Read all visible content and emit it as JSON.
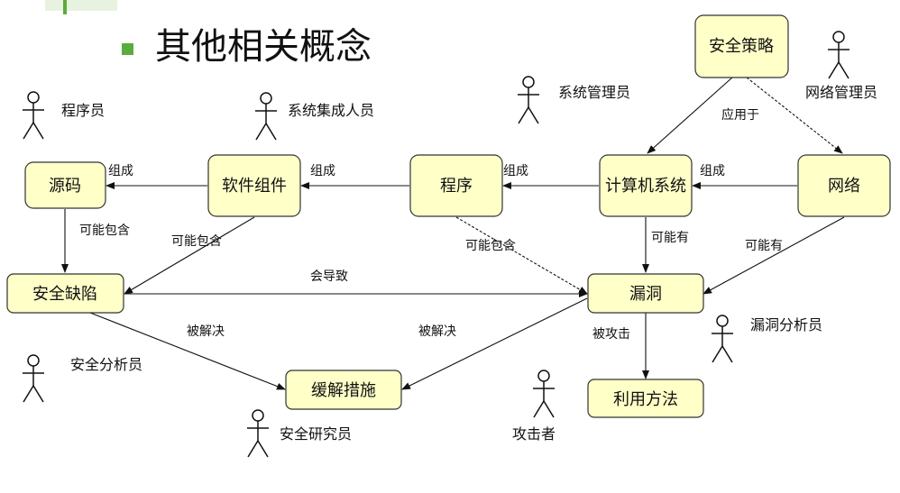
{
  "title": "其他相关概念",
  "colors": {
    "node_fill": "#ffffc8",
    "bullet": "#5aac3c",
    "accent_bar": "#5aac3c"
  },
  "nodes": [
    {
      "id": "security-policy",
      "label": "安全策略"
    },
    {
      "id": "source-code",
      "label": "源码"
    },
    {
      "id": "software-component",
      "label": "软件组件"
    },
    {
      "id": "program",
      "label": "程序"
    },
    {
      "id": "computer-system",
      "label": "计算机系统"
    },
    {
      "id": "network",
      "label": "网络"
    },
    {
      "id": "security-defect",
      "label": "安全缺陷"
    },
    {
      "id": "vulnerability",
      "label": "漏洞"
    },
    {
      "id": "mitigation",
      "label": "缓解措施"
    },
    {
      "id": "exploit",
      "label": "利用方法"
    }
  ],
  "edges": [
    {
      "id": "policy-computer",
      "label": "应用于"
    },
    {
      "id": "policy-network",
      "label": ""
    },
    {
      "id": "component-source",
      "label": "组成"
    },
    {
      "id": "program-component",
      "label": "组成"
    },
    {
      "id": "computer-program",
      "label": "组成"
    },
    {
      "id": "network-computer",
      "label": "组成"
    },
    {
      "id": "source-defect",
      "label": "可能包含"
    },
    {
      "id": "component-defect",
      "label": "可能包含"
    },
    {
      "id": "program-vuln",
      "label": "可能包含"
    },
    {
      "id": "computer-vuln",
      "label": "可能有"
    },
    {
      "id": "network-vuln",
      "label": "可能有"
    },
    {
      "id": "defect-vuln",
      "label": "会导致"
    },
    {
      "id": "defect-mitigation",
      "label": "被解决"
    },
    {
      "id": "vuln-mitigation",
      "label": "被解决"
    },
    {
      "id": "vuln-exploit",
      "label": "被攻击"
    }
  ],
  "actors": [
    {
      "id": "programmer",
      "label": "程序员"
    },
    {
      "id": "integrator",
      "label": "系统集成人员"
    },
    {
      "id": "sysadmin",
      "label": "系统管理员"
    },
    {
      "id": "netadmin",
      "label": "网络管理员"
    },
    {
      "id": "vuln-analyst",
      "label": "漏洞分析员"
    },
    {
      "id": "security-analyst",
      "label": "安全分析员"
    },
    {
      "id": "security-researcher",
      "label": "安全研究员"
    },
    {
      "id": "attacker",
      "label": "攻击者"
    }
  ]
}
